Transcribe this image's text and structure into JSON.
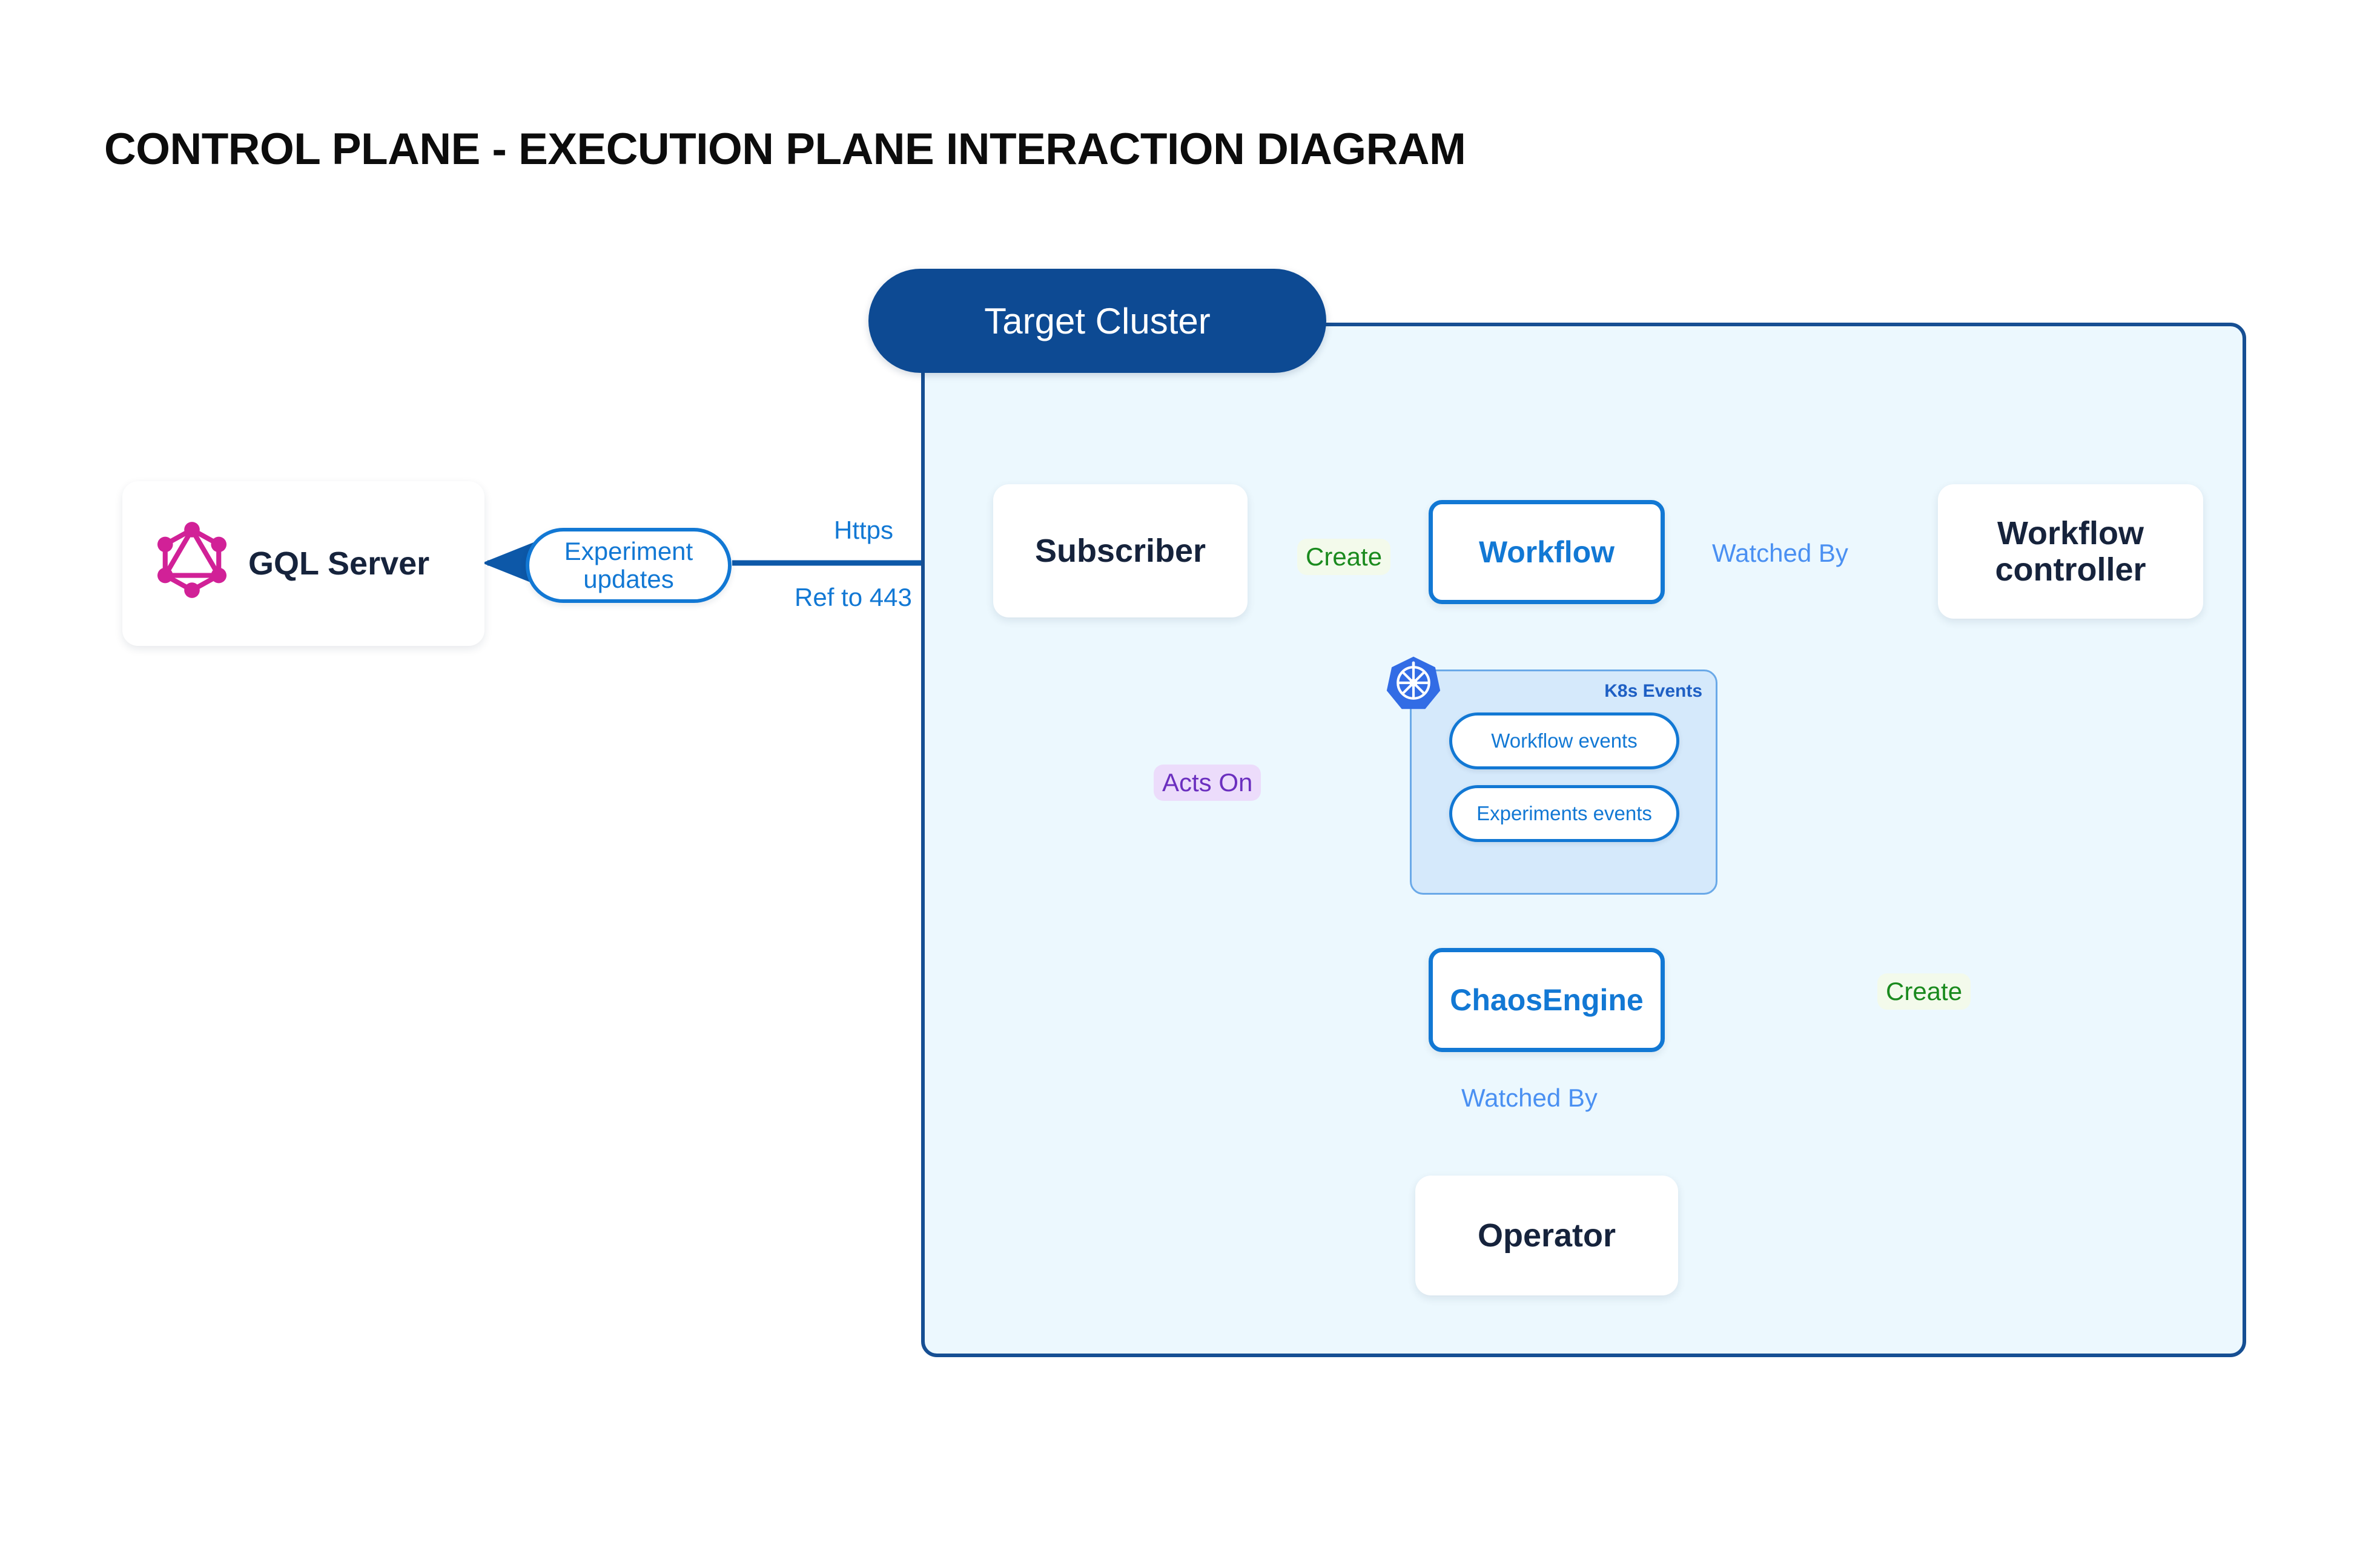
{
  "title": "CONTROL PLANE - EXECUTION PLANE INTERACTION DIAGRAM",
  "cluster": {
    "badge_label": "Target Cluster"
  },
  "nodes": {
    "gql_server": {
      "label": "GQL Server",
      "icon": "graphql-logo-icon"
    },
    "subscriber": {
      "label": "Subscriber"
    },
    "workflow": {
      "label": "Workflow"
    },
    "workflow_controller": {
      "label": "Workflow controller"
    },
    "chaos_engine": {
      "label": "ChaosEngine"
    },
    "operator": {
      "label": "Operator"
    }
  },
  "k8s_events": {
    "group_label": "K8s Events",
    "icon": "kubernetes-logo-icon",
    "items": [
      {
        "label": "Workflow events"
      },
      {
        "label": "Experiments events"
      }
    ]
  },
  "edges": {
    "experiment_updates": "Experiment updates",
    "https": "Https",
    "ref_to_443": "Ref to 443",
    "create_workflow": "Create",
    "watched_by_controller": "Watched By",
    "create_chaosengine": "Create",
    "watched_by_operator": "Watched By",
    "acts_on": "Acts On"
  },
  "colors": {
    "cluster_border": "#164f93",
    "cluster_fill": "#ecf8fe",
    "badge_bg": "#0d4a93",
    "blue_accent": "#1278d4",
    "light_blue_arrow": "#4a90f2",
    "green": "#1a8a1e",
    "purple": "#6b2fbf",
    "dark_navy_text": "#16233c",
    "graphql_pink": "#d12197",
    "kubernetes_blue": "#326ce5",
    "grey_arrow": "#5b6472"
  }
}
